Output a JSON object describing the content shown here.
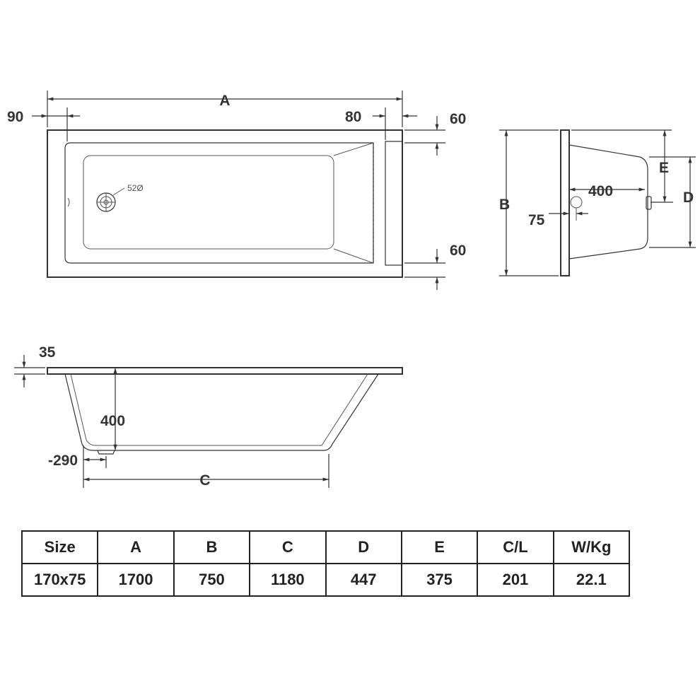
{
  "top_view": {
    "label_a": "A",
    "dim_left": "90",
    "dim_headrest": "80",
    "dim_top_right": "60",
    "dim_bottom_right": "60",
    "waste_label": "52Ø"
  },
  "end_view": {
    "label_b": "B",
    "label_d": "D",
    "label_e": "E",
    "dim_depth": "400",
    "dim_waste": "75"
  },
  "side_view": {
    "dim_rim": "35",
    "dim_depth": "400",
    "dim_waste_offset": "-290",
    "label_c": "C"
  },
  "spec_table": {
    "headers": [
      "Size",
      "A",
      "B",
      "C",
      "D",
      "E",
      "C/L",
      "W/Kg"
    ],
    "rows": [
      [
        "170x75",
        "1700",
        "750",
        "1180",
        "447",
        "375",
        "201",
        "22.1"
      ]
    ]
  }
}
